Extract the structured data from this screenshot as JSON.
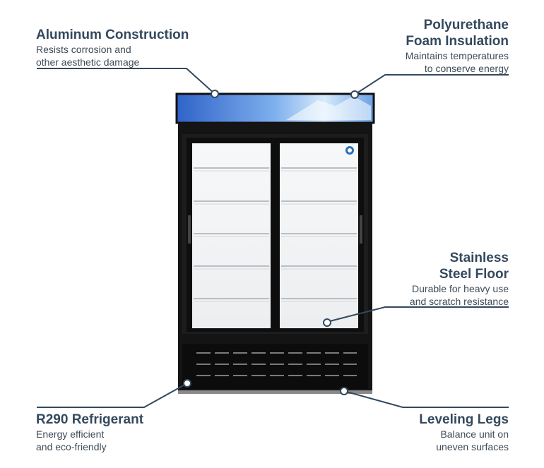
{
  "callouts": {
    "aluminum": {
      "title": "Aluminum Construction",
      "line1": "Resists corrosion and",
      "line2": "other aesthetic damage"
    },
    "insulation": {
      "title1": "Polyurethane",
      "title2": "Foam Insulation",
      "line1": "Maintains temperatures",
      "line2": "to conserve energy"
    },
    "floor": {
      "title1": "Stainless",
      "title2": "Steel Floor",
      "line1": "Durable for heavy use",
      "line2": "and scratch resistance"
    },
    "refrigerant": {
      "title": "R290 Refrigerant",
      "line1": "Energy efficient",
      "line2": "and eco-friendly"
    },
    "legs": {
      "title": "Leveling Legs",
      "line1": "Balance unit on",
      "line2": "uneven surfaces"
    }
  },
  "colors": {
    "text": "#34495e",
    "leader": "#34495e",
    "cabinet": "#141414",
    "header_blue": "#3f7fd9",
    "glass": "#f2f4f6"
  },
  "icons": {
    "brand_badge": "brand-logo-icon"
  }
}
